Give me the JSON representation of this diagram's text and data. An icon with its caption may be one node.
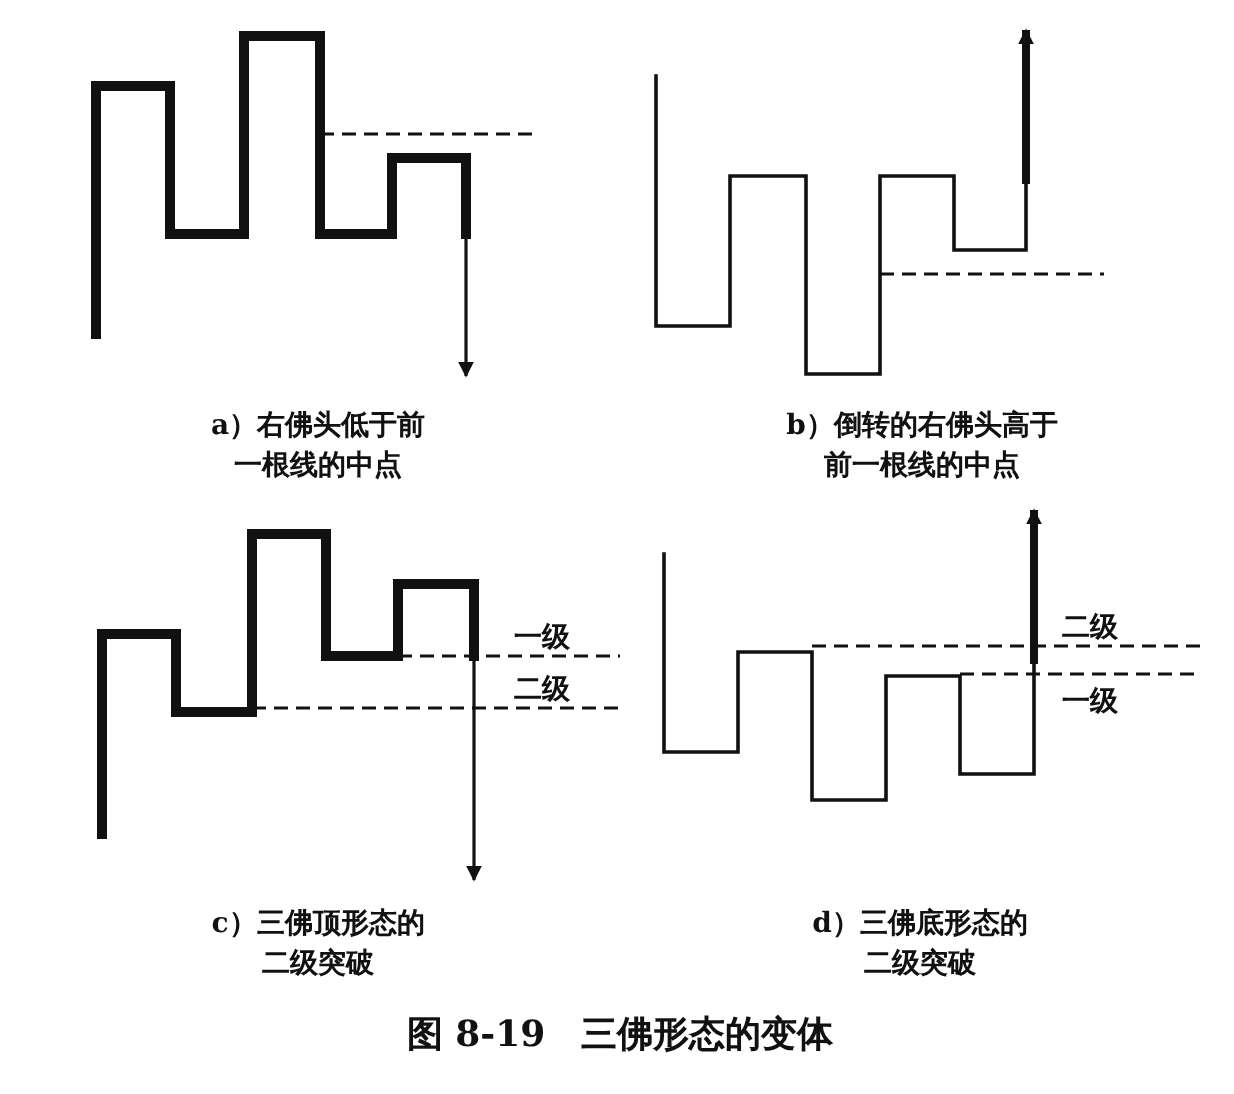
{
  "diagram": {
    "caption": "图 8-19　三佛形态的变体",
    "labels": [
      "a）右佛头低于前一根线的中点",
      "b）倒转的右佛头高于前一根线的中点",
      "一级",
      "二级",
      "二级",
      "一级",
      "c）三佛顶形态的二级突破",
      "d）三佛底形态的二级突破"
    ]
  }
}
